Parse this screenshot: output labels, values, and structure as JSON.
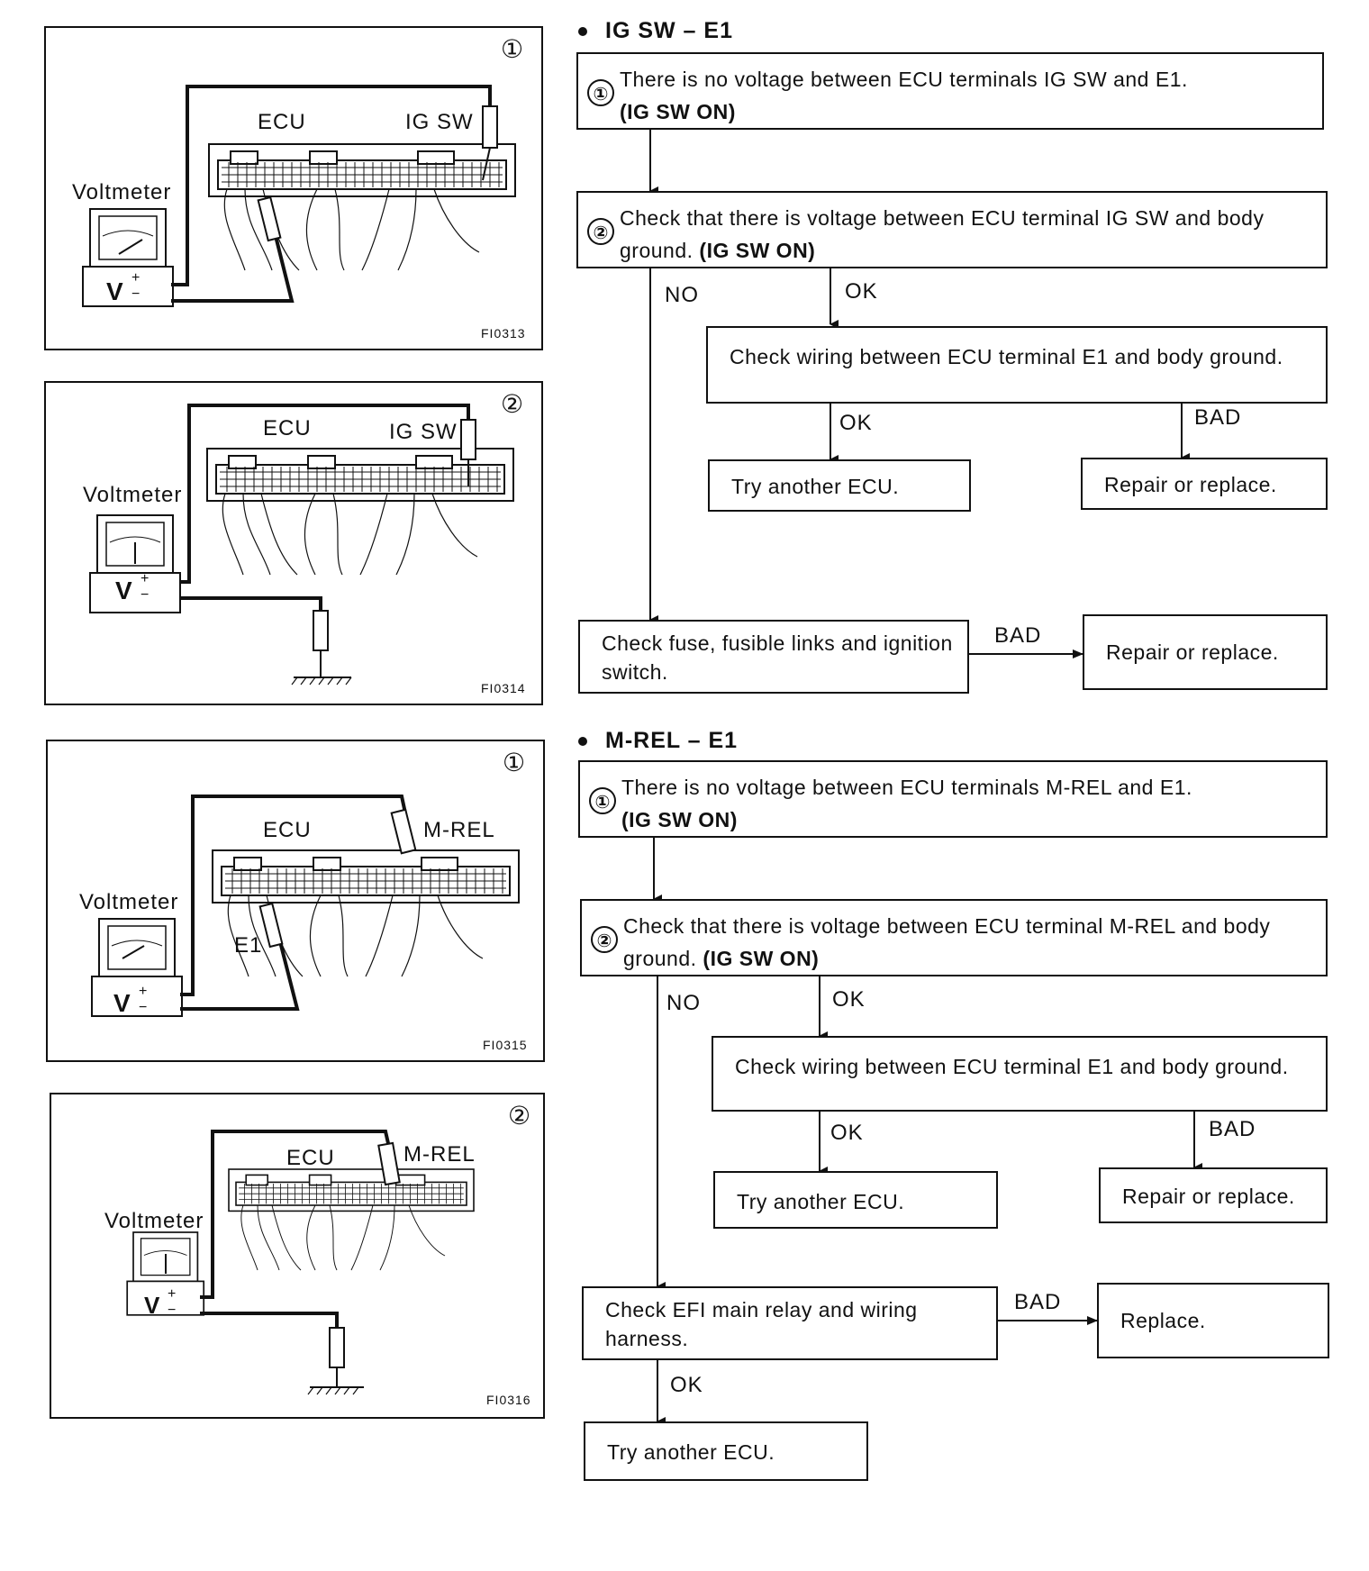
{
  "figures": [
    {
      "num": "①",
      "code": "FI0313",
      "ecu": "ECU",
      "terminal": "IG SW",
      "meter": "Voltmeter",
      "v": "V",
      "plus": "+",
      "minus": "−"
    },
    {
      "num": "②",
      "code": "FI0314",
      "ecu": "ECU",
      "terminal": "IG SW",
      "meter": "Voltmeter",
      "v": "V",
      "plus": "+",
      "minus": "−"
    },
    {
      "num": "①",
      "code": "FI0315",
      "ecu": "ECU",
      "terminal": "M-REL",
      "meter": "Voltmeter",
      "v": "V",
      "plus": "+",
      "minus": "−",
      "extra": "E1"
    },
    {
      "num": "②",
      "code": "FI0316",
      "ecu": "ECU",
      "terminal": "M-REL",
      "meter": "Voltmeter",
      "v": "V",
      "plus": "+",
      "minus": "−"
    }
  ],
  "flow1": {
    "heading": "IG SW – E1",
    "step1": {
      "num": "①",
      "text": "There is no voltage between ECU terminals IG SW and E1.",
      "cond": "(IG SW ON)"
    },
    "step2": {
      "num": "②",
      "text": "Check that there is voltage between ECU terminal IG SW and body ground.",
      "cond": "(IG SW ON)"
    },
    "no": "NO",
    "ok1": "OK",
    "ok2": "OK",
    "bad1": "BAD",
    "bad2": "BAD",
    "wiring": "Check wiring between ECU terminal E1 and body ground.",
    "try_ecu": "Try another ECU.",
    "repair1": "Repair or replace.",
    "fuse": "Check fuse, fusible links and ignition switch.",
    "repair2": "Repair or replace."
  },
  "flow2": {
    "heading": "M-REL – E1",
    "step1": {
      "num": "①",
      "text": "There is no voltage between ECU terminals M-REL and E1.",
      "cond": "(IG SW ON)"
    },
    "step2": {
      "num": "②",
      "text": "Check that there is voltage between ECU terminal M-REL and body ground.",
      "cond": "(IG SW ON)"
    },
    "no": "NO",
    "ok1": "OK",
    "ok2": "OK",
    "ok3": "OK",
    "bad1": "BAD",
    "bad2": "BAD",
    "wiring": "Check wiring between ECU terminal E1 and body ground.",
    "try_ecu": "Try another ECU.",
    "repair1": "Repair or replace.",
    "relay": "Check EFI main relay and wiring harness.",
    "replace": "Replace.",
    "try_ecu2": "Try another ECU."
  }
}
